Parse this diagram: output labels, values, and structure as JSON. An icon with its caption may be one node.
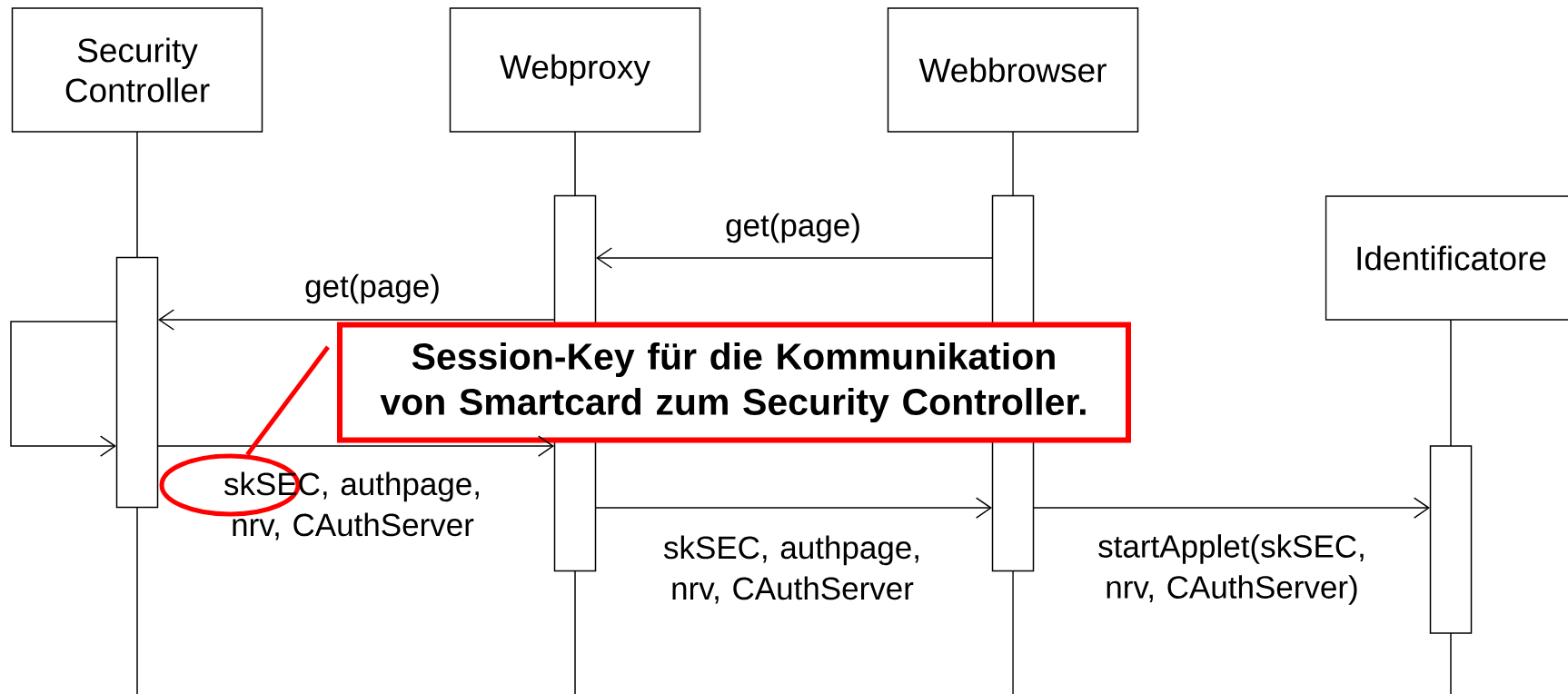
{
  "diagram": {
    "nodes": [
      {
        "text": [
          "Security Controller"
        ]
      },
      {
        "text": [
          "Webproxy"
        ]
      },
      {
        "text": [
          "Webbrowser"
        ]
      },
      {
        "text": [
          "Identificatore"
        ]
      },
      {
        "text": [
          "Session-Key für die Kommunikation von Smartcard zum Security Controller."
        ]
      },
      {
        "text": [],
        "shape": "ellipse"
      },
      {
        "text": [],
        "shape": "bar"
      },
      {
        "text": [],
        "shape": "bar"
      },
      {
        "text": [],
        "shape": "bar"
      },
      {
        "text": [],
        "shape": "bar"
      }
    ],
    "edges": [
      {
        "from": 8,
        "to": 7,
        "arrow": "to",
        "label": "get(page)"
      },
      {
        "from": 7,
        "to": 6,
        "arrow": "to",
        "label": "get(page)"
      },
      {
        "from": 6,
        "to": 6,
        "arrow": "to"
      },
      {
        "from": 6,
        "to": 7,
        "arrow": "to",
        "label": "skSEC, authpage, nrv, CAuthServer"
      },
      {
        "from": 7,
        "to": 8,
        "arrow": "to",
        "label": "skSEC, authpage, nrv, CAuthServer"
      },
      {
        "from": 8,
        "to": 9,
        "arrow": "to",
        "label": "startApplet(skSEC, nrv, CAuthServer)"
      },
      {
        "from": 4,
        "to": 5,
        "arrow": "none",
        "style": "thick",
        "color": "#ff0000"
      }
    ]
  }
}
